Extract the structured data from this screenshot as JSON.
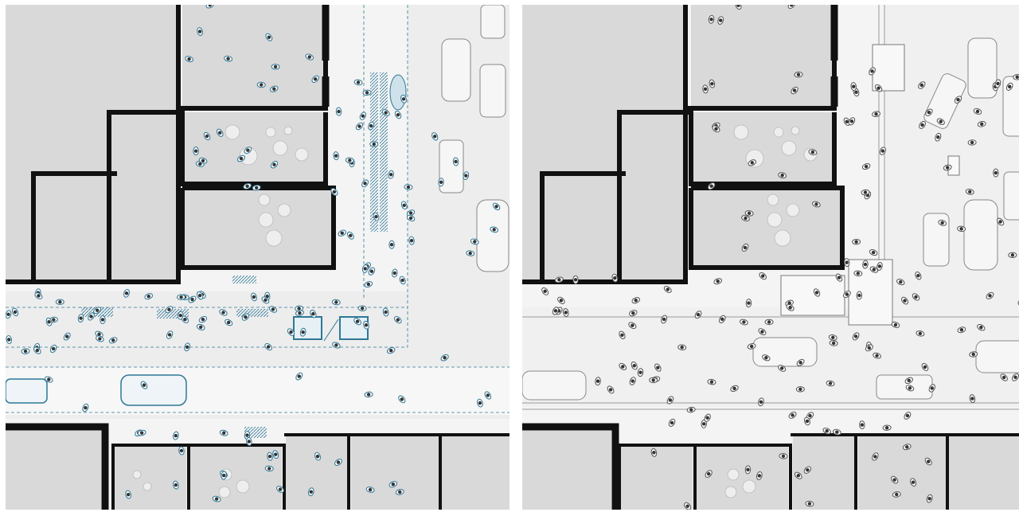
{
  "figure": {
    "panels": [
      {
        "id": "left",
        "description_kind": "plan-with-highlighted-interventions",
        "accent_color": "#2f7896",
        "base_color": "#f4f4f4",
        "building_fill": "#d8d8d8",
        "wall_color": "#111111"
      },
      {
        "id": "right",
        "description_kind": "plan-existing-condition",
        "accent_color": "#6a6a6a",
        "base_color": "#f4f4f4",
        "building_fill": "#d8d8d8",
        "wall_color": "#111111"
      }
    ],
    "icons": [
      "person-icon",
      "car-icon",
      "bicycle-icon",
      "bench-icon",
      "tree-canopy-icon",
      "table-icon",
      "dog-icon"
    ]
  }
}
